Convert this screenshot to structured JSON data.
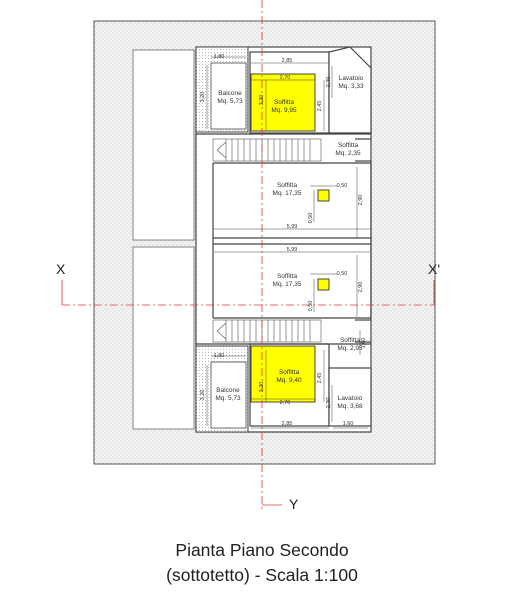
{
  "rooms": {
    "balcone_top": {
      "name": "Balcone",
      "area": "Mq. 5,73"
    },
    "soffitta_top": {
      "name": "Soffitta",
      "area": "Mq. 9,95"
    },
    "lavatoio_top": {
      "name": "Lavatoio",
      "area": "Mq. 3,33"
    },
    "soffitta_landing_top": {
      "name": "Soffitta",
      "area": "Mq. 2,35"
    },
    "soffitta_mid1": {
      "name": "Soffitta",
      "area": "Mq. 17,35"
    },
    "soffitta_mid2": {
      "name": "Soffitta",
      "area": "Mq. 17,35"
    },
    "soffitta_landing_bottom": {
      "name": "Soffitta",
      "area": "Mq. 2,95"
    },
    "soffitta_bottom": {
      "name": "Soffitta",
      "area": "Mq. 9,40"
    },
    "balcone_bottom": {
      "name": "Balcone",
      "area": "Mq. 5,73"
    },
    "lavatoio_bottom": {
      "name": "Lavatoio",
      "area": "Mq. 3,68"
    }
  },
  "dimensions": {
    "balcone_top_width": "1,80",
    "balcone_top_height": "3,20",
    "soffitta_top_outer": "2,85",
    "soffitta_top_inner": "2,70",
    "soffitta_top_h1": "3,30",
    "soffitta_top_h2": "2,45",
    "lavatoio_top_h": "2,30",
    "mid1_square_a": "0,50",
    "mid1_square_b": "0,50",
    "mid1_height": "2,90",
    "mid1_width": "5,99",
    "mid2_width": "5,99",
    "mid2_square_a": "0,50",
    "mid2_square_b": "0,50",
    "mid2_height": "2,90",
    "landing_bottom_h": "1,60",
    "balcone_bottom_width": "1,80",
    "balcone_bottom_height": "3,20",
    "soffitta_bottom_h1": "3,30",
    "soffitta_bottom_h2": "2,45",
    "soffitta_bottom_inner": "2,70",
    "lavatoio_bottom_h": "2,30",
    "soffitta_bottom_outer": "2,85",
    "lavatoio_bottom_width": "1,60"
  },
  "section_labels": {
    "left": "X",
    "right": "X'",
    "bottom": "Y"
  },
  "caption": {
    "line1": "Pianta Piano Secondo",
    "line2": "(sottotetto) - Scala 1:100"
  },
  "colors": {
    "highlight": "#ffff00",
    "section_line": "#e0393a",
    "roof_dots": "#b9b9b9",
    "walls": "#444444"
  }
}
